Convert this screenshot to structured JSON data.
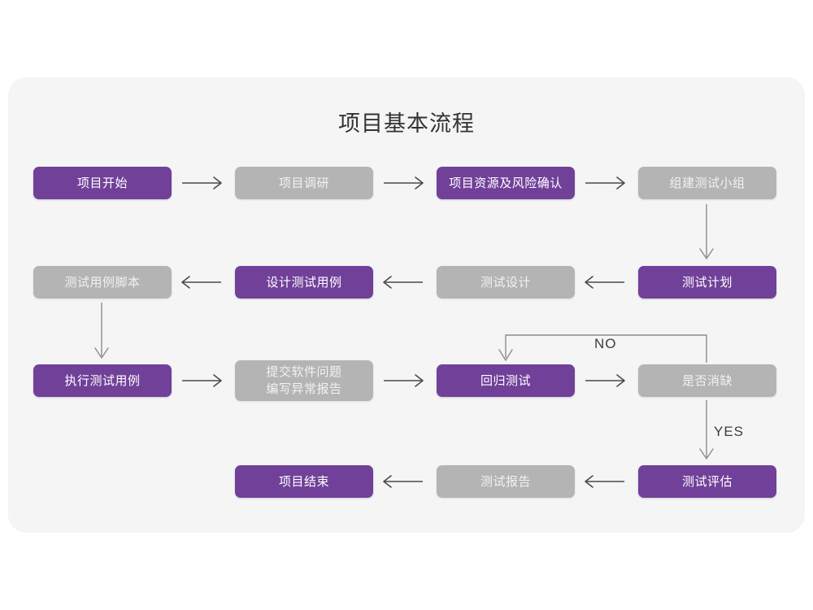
{
  "diagram": {
    "title": "项目基本流程",
    "colors": {
      "canvas": "#ffffff",
      "card": "#f5f5f5",
      "accent_purple": "#714099",
      "muted_gray": "#b4b4b4",
      "purple_text": "#ffffff",
      "gray_text": "#f2f2f2",
      "title_text": "#333333",
      "connector": "#4a4a4a",
      "connector_soft": "#8c8c8c"
    },
    "nodes": [
      {
        "id": "n1",
        "label": "项目开始",
        "style": "purple",
        "row": 1,
        "col": 1
      },
      {
        "id": "n2",
        "label": "项目调研",
        "style": "gray",
        "row": 1,
        "col": 2
      },
      {
        "id": "n3",
        "label": "项目资源及风险确认",
        "style": "purple",
        "row": 1,
        "col": 3
      },
      {
        "id": "n4",
        "label": "组建测试小组",
        "style": "gray",
        "row": 1,
        "col": 4
      },
      {
        "id": "n5",
        "label": "测试用例脚本",
        "style": "gray",
        "row": 2,
        "col": 1
      },
      {
        "id": "n6",
        "label": "设计测试用例",
        "style": "purple",
        "row": 2,
        "col": 2
      },
      {
        "id": "n7",
        "label": "测试设计",
        "style": "gray",
        "row": 2,
        "col": 3
      },
      {
        "id": "n8",
        "label": "测试计划",
        "style": "purple",
        "row": 2,
        "col": 4
      },
      {
        "id": "n9",
        "label": "执行测试用例",
        "style": "purple",
        "row": 3,
        "col": 1
      },
      {
        "id": "n10",
        "label": "提交软件问题\n编写异常报告",
        "style": "gray",
        "row": 3,
        "col": 2
      },
      {
        "id": "n11",
        "label": "回归测试",
        "style": "purple",
        "row": 3,
        "col": 3
      },
      {
        "id": "n12",
        "label": "是否消缺",
        "style": "gray",
        "row": 3,
        "col": 4
      },
      {
        "id": "n13",
        "label": "项目结束",
        "style": "purple",
        "row": 4,
        "col": 2
      },
      {
        "id": "n14",
        "label": "测试报告",
        "style": "gray",
        "row": 4,
        "col": 3
      },
      {
        "id": "n15",
        "label": "测试评估",
        "style": "purple",
        "row": 4,
        "col": 4
      }
    ],
    "edge_labels": {
      "no": "NO",
      "yes": "YES"
    },
    "edges": [
      {
        "from": "n1",
        "to": "n2",
        "direction": "right"
      },
      {
        "from": "n2",
        "to": "n3",
        "direction": "right"
      },
      {
        "from": "n3",
        "to": "n4",
        "direction": "right"
      },
      {
        "from": "n4",
        "to": "n8",
        "direction": "down"
      },
      {
        "from": "n8",
        "to": "n7",
        "direction": "left"
      },
      {
        "from": "n7",
        "to": "n6",
        "direction": "left"
      },
      {
        "from": "n6",
        "to": "n5",
        "direction": "left"
      },
      {
        "from": "n5",
        "to": "n9",
        "direction": "down"
      },
      {
        "from": "n9",
        "to": "n10",
        "direction": "right"
      },
      {
        "from": "n10",
        "to": "n11",
        "direction": "right"
      },
      {
        "from": "n11",
        "to": "n12",
        "direction": "right"
      },
      {
        "from": "n12",
        "to": "n11",
        "direction": "loop-up",
        "label": "NO"
      },
      {
        "from": "n12",
        "to": "n15",
        "direction": "down",
        "label": "YES"
      },
      {
        "from": "n15",
        "to": "n14",
        "direction": "left"
      },
      {
        "from": "n14",
        "to": "n13",
        "direction": "left"
      }
    ]
  }
}
